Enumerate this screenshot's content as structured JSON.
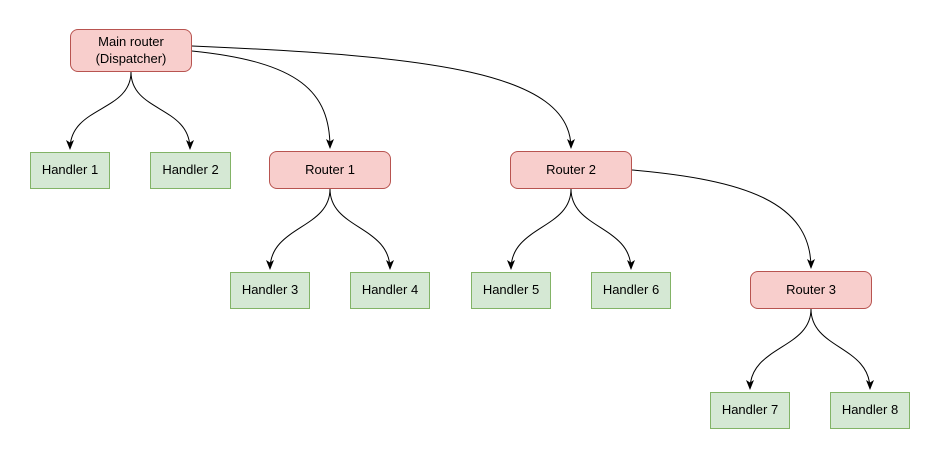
{
  "diagram": {
    "type": "flowchart",
    "colors": {
      "router_fill": "#f8cecc",
      "router_stroke": "#b85450",
      "handler_fill": "#d5e8d4",
      "handler_stroke": "#82b366",
      "edge": "#000000",
      "text": "#000000",
      "background": "#ffffff"
    },
    "nodes": [
      {
        "id": "main",
        "label": "Main router\n(Dispatcher)",
        "kind": "router"
      },
      {
        "id": "handler1",
        "label": "Handler 1",
        "kind": "handler"
      },
      {
        "id": "handler2",
        "label": "Handler 2",
        "kind": "handler"
      },
      {
        "id": "router1",
        "label": "Router 1",
        "kind": "router"
      },
      {
        "id": "router2",
        "label": "Router 2",
        "kind": "router"
      },
      {
        "id": "handler3",
        "label": "Handler 3",
        "kind": "handler"
      },
      {
        "id": "handler4",
        "label": "Handler 4",
        "kind": "handler"
      },
      {
        "id": "handler5",
        "label": "Handler 5",
        "kind": "handler"
      },
      {
        "id": "handler6",
        "label": "Handler 6",
        "kind": "handler"
      },
      {
        "id": "router3",
        "label": "Router 3",
        "kind": "router"
      },
      {
        "id": "handler7",
        "label": "Handler 7",
        "kind": "handler"
      },
      {
        "id": "handler8",
        "label": "Handler 8",
        "kind": "handler"
      }
    ],
    "edges": [
      {
        "from": "main",
        "to": "handler1"
      },
      {
        "from": "main",
        "to": "handler2"
      },
      {
        "from": "main",
        "to": "router1"
      },
      {
        "from": "main",
        "to": "router2"
      },
      {
        "from": "router1",
        "to": "handler3"
      },
      {
        "from": "router1",
        "to": "handler4"
      },
      {
        "from": "router2",
        "to": "handler5"
      },
      {
        "from": "router2",
        "to": "handler6"
      },
      {
        "from": "router2",
        "to": "router3"
      },
      {
        "from": "router3",
        "to": "handler7"
      },
      {
        "from": "router3",
        "to": "handler8"
      }
    ]
  }
}
